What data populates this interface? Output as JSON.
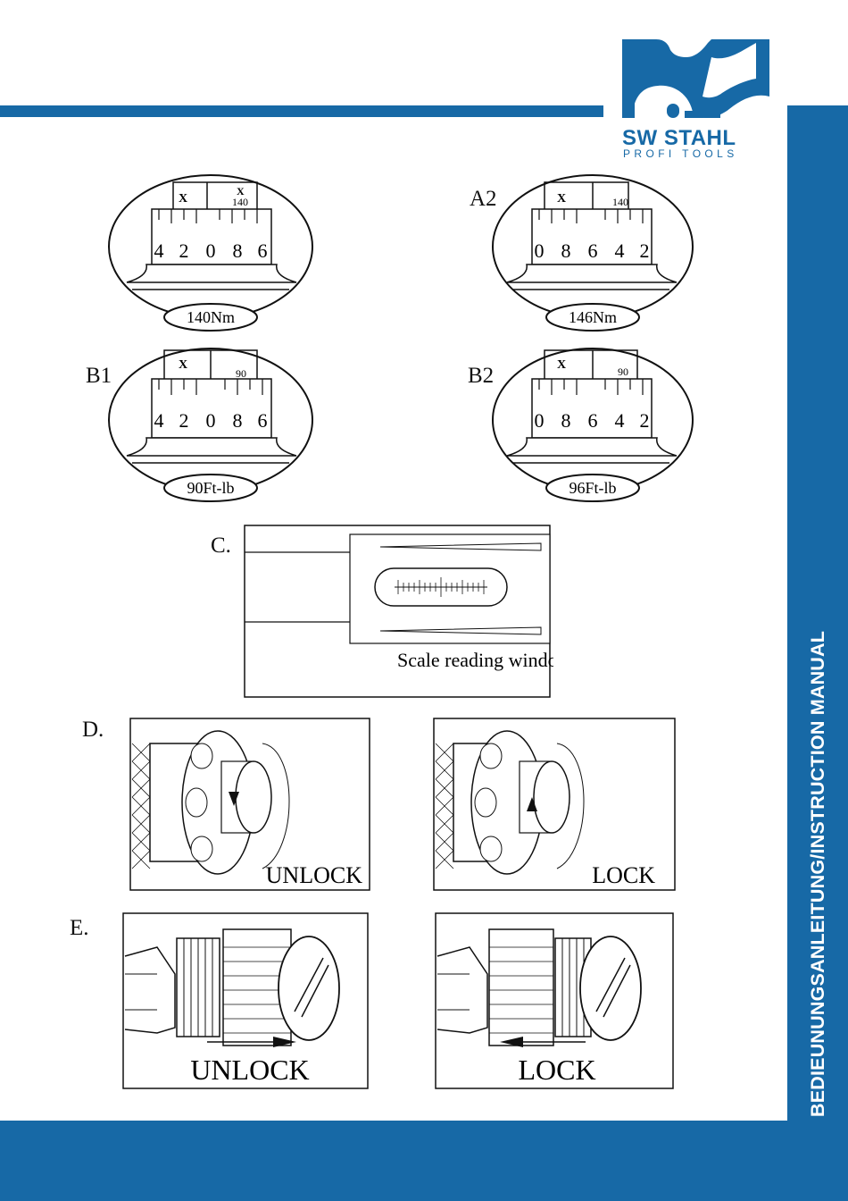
{
  "brand": {
    "name": "SW STAHL",
    "tagline": "PROFI TOOLS",
    "color": "#1769a6"
  },
  "side_title": "BEDIEUNUNGSANLEITUNG/INSTRUCTION MANUAL",
  "figures": {
    "a1": {
      "scale": [
        "4",
        "2",
        "0",
        "8",
        "6"
      ],
      "mark_x": "X",
      "mark_value": "140",
      "caption": "140Nm"
    },
    "a2": {
      "label": "A2",
      "scale": [
        "0",
        "8",
        "6",
        "4",
        "2"
      ],
      "mark_x": "X",
      "mark_value": "140",
      "caption": "146Nm"
    },
    "b1": {
      "label": "B1",
      "scale": [
        "4",
        "2",
        "0",
        "8",
        "6"
      ],
      "mark_x": "X",
      "mark_value": "90",
      "caption": "90Ft-lb"
    },
    "b2": {
      "label": "B2",
      "scale": [
        "0",
        "8",
        "6",
        "4",
        "2"
      ],
      "mark_x": "X",
      "mark_value": "90",
      "caption": "96Ft-lb"
    },
    "c": {
      "label": "C.",
      "caption": "Scale reading windows"
    },
    "d": {
      "label": "D.",
      "unlock": "UNLOCK",
      "lock": "LOCK"
    },
    "e": {
      "label": "E.",
      "unlock": "UNLOCK",
      "lock": "LOCK"
    }
  }
}
